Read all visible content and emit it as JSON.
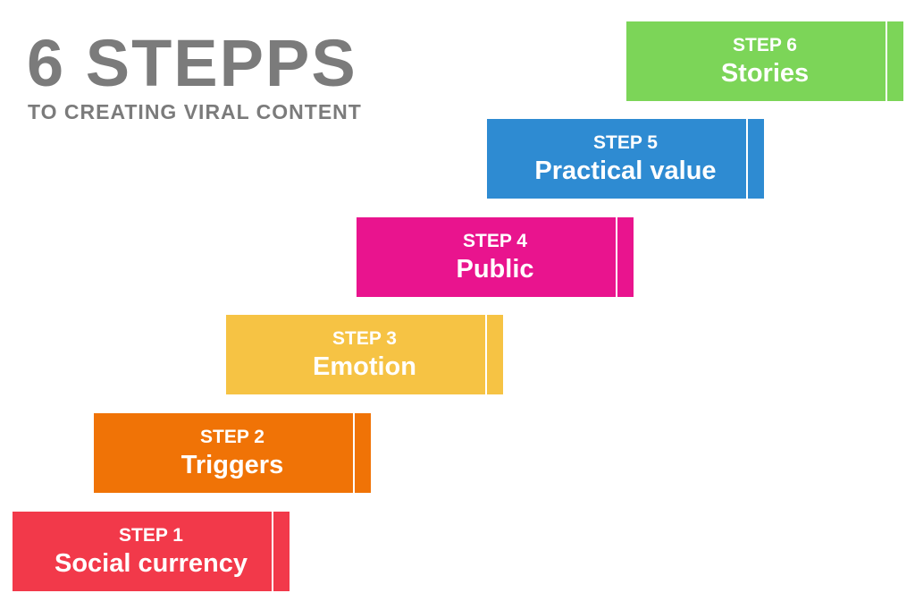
{
  "header": {
    "title": "6 STEPPS",
    "subtitle": "TO CREATING VIRAL CONTENT",
    "text_color": "#7b7b7b"
  },
  "steps": [
    {
      "step_label": "STEP 1",
      "title": "Social currency",
      "color": "#f2394a"
    },
    {
      "step_label": "STEP 2",
      "title": "Triggers",
      "color": "#f07306"
    },
    {
      "step_label": "STEP 3",
      "title": "Emotion",
      "color": "#f6c344"
    },
    {
      "step_label": "STEP 4",
      "title": "Public",
      "color": "#e9148e"
    },
    {
      "step_label": "STEP 5",
      "title": "Practical value",
      "color": "#2e8bd2"
    },
    {
      "step_label": "STEP 6",
      "title": "Stories",
      "color": "#7cd558"
    }
  ]
}
